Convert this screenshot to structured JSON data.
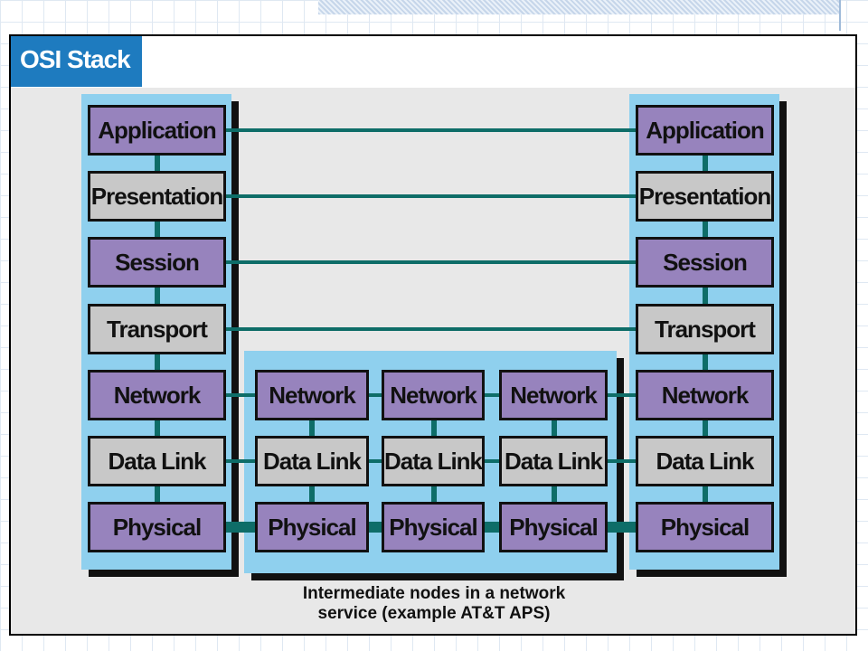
{
  "title": "OSI Stack",
  "end_host_layers": [
    "Application",
    "Presentation",
    "Session",
    "Transport",
    "Network",
    "Data Link",
    "Physical"
  ],
  "intermediate_nodes": [
    [
      "Network",
      "Data Link",
      "Physical"
    ],
    [
      "Network",
      "Data Link",
      "Physical"
    ],
    [
      "Network",
      "Data Link",
      "Physical"
    ]
  ],
  "caption": {
    "line1": "Intermediate nodes in a network",
    "line2": "service (example AT&T APS)"
  },
  "colors": {
    "purple_layer": "#9783bd",
    "gray_layer": "#c8c8c8",
    "connector": "#0e6d68",
    "column_background": "#8fd0ee",
    "title_tab": "#1e7bbf"
  }
}
